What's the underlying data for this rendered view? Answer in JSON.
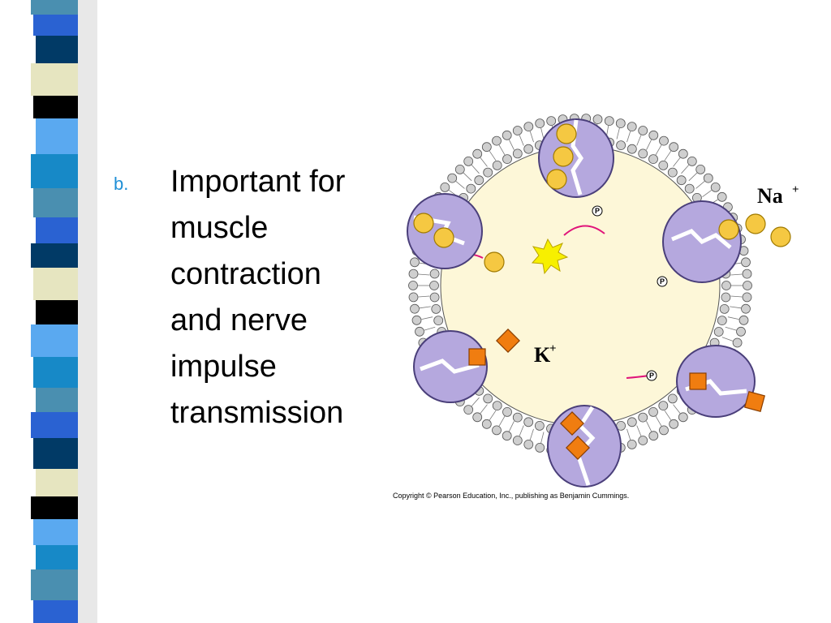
{
  "slide": {
    "bullet_marker": "b.",
    "bullet_lines": [
      "Important for",
      "muscle",
      "contraction",
      "and nerve",
      "impulse",
      "transmission"
    ]
  },
  "diagram": {
    "na_label": "Na",
    "k_label": "K",
    "plus_sign": "+",
    "phosphate_label": "P",
    "copyright": "Copyright © Pearson Education, Inc., publishing as Benjamin Cummings."
  },
  "colors": {
    "stripe_palette": [
      "#4a8fb0",
      "#2a62d2",
      "#013a66",
      "#e6e5c0",
      "#000000",
      "#5aa9f0",
      "#1789c7"
    ],
    "cell_interior": "#fdf7d8",
    "pump_protein": "#b5a8de",
    "sodium_ion": "#f5c842",
    "potassium_ion": "#f07d10",
    "arrow": "#e0147a",
    "bullet_marker": "#1f8fd6"
  }
}
